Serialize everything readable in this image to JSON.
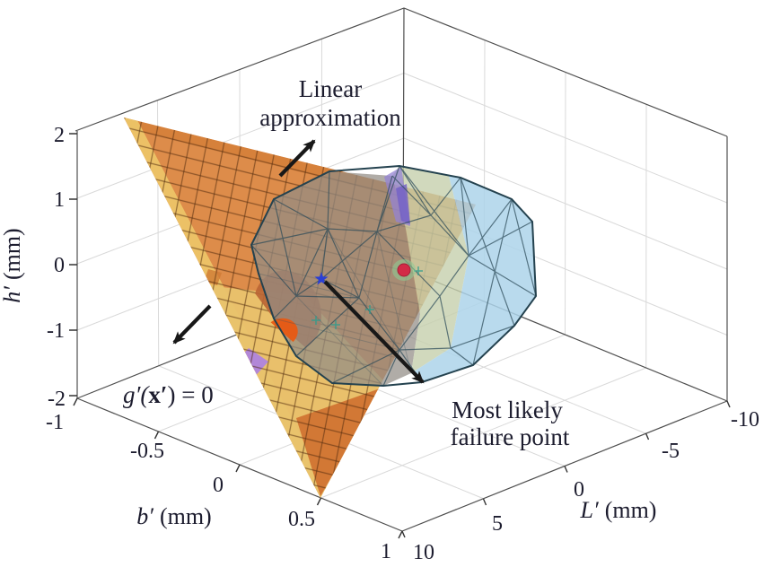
{
  "axes": {
    "h": {
      "var": "h′",
      "unit": "(mm)",
      "ticks": [
        "2",
        "1",
        "0",
        "-1",
        "-2"
      ]
    },
    "b": {
      "var": "b′",
      "unit": "(mm)",
      "ticks": [
        "-1",
        "-0.5",
        "0",
        "0.5",
        "1"
      ]
    },
    "L": {
      "var": "L′",
      "unit": "(mm)",
      "ticks": [
        "10",
        "5",
        "0",
        "-5",
        "-10"
      ]
    }
  },
  "annotations": {
    "linear_1": "Linear",
    "linear_2": "approximation",
    "g_pre": "g′(",
    "g_bold": "x′",
    "g_post": ") = 0",
    "mlfp_1": "Most likely",
    "mlfp_2": "failure point"
  },
  "colors": {
    "plane_orange": "#dd8c4a",
    "plane_yellow": "#e9c36d",
    "plane_dark_orange": "#cf7030",
    "plane_purple": "#b287d8",
    "hull_blue": "#aed4ea",
    "hull_gray": "#96918b",
    "hull_green": "#c6d0ac",
    "hull_edge": "#2d4b59",
    "ellipse_core": "#e85812",
    "failure_point_blue": "#2a3fd4",
    "center_point_red": "#d22b47"
  },
  "chart_data": {
    "type": "scatter",
    "projection": "3d",
    "title": "",
    "axes": {
      "x": {
        "label": "L′ (mm)",
        "range": [
          10,
          -10
        ],
        "ticks": [
          10,
          5,
          0,
          -5,
          -10
        ]
      },
      "y": {
        "label": "b′ (mm)",
        "range": [
          -1,
          1
        ],
        "ticks": [
          -1,
          -0.5,
          0,
          0.5,
          1
        ]
      },
      "z": {
        "label": "h′ (mm)",
        "range": [
          -2,
          2
        ],
        "ticks": [
          2,
          1,
          0,
          -1,
          -2
        ]
      }
    },
    "grid": true,
    "legend": null,
    "objects": [
      {
        "kind": "plane",
        "label": "g′(x′) = 0",
        "annotation": "Linear approximation",
        "style": "orange crosshatched mesh surface with yellow, dark-orange and purple patches"
      },
      {
        "kind": "convex-polytope",
        "style": "triangulated wireframe hull with translucent light-blue, gray-tan, pale-green and purple faces"
      },
      {
        "kind": "intersection-region",
        "style": "orange ellipse with bright orange-red core where the plane cuts the polytope face"
      }
    ],
    "points": [
      {
        "label": "Most likely failure point",
        "marker": "star",
        "color": "#2a3fd4"
      },
      {
        "label": "",
        "marker": "dot",
        "color": "#d22b47"
      }
    ]
  }
}
